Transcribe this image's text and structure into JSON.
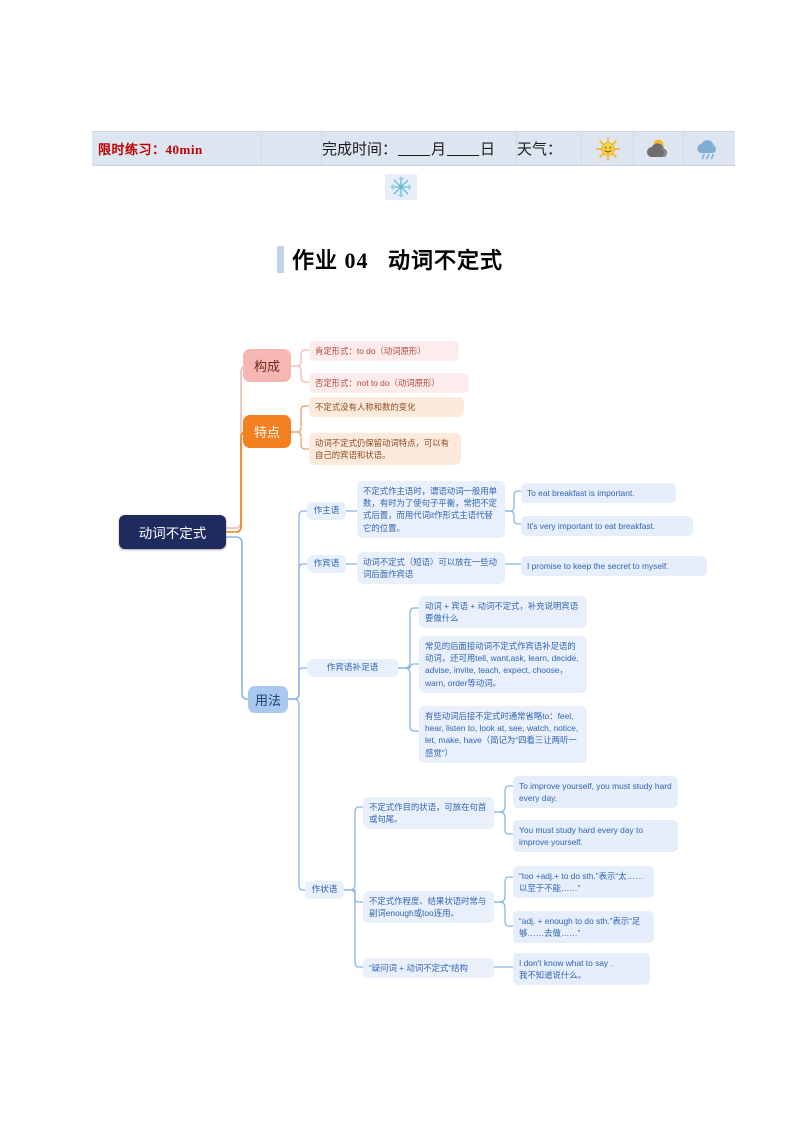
{
  "header": {
    "limit_label": "限时练习：40min",
    "finish_label": "完成时间：",
    "month_label": "月",
    "day_label": "日",
    "weather_label": "天气：",
    "icons": [
      "sun-icon",
      "sun-behind-cloud-icon",
      "rain-cloud-icon",
      "snowflake-icon"
    ],
    "bg_color": "#dde5f0",
    "limit_color": "#c00000"
  },
  "title": {
    "text": "作业 04   动词不定式",
    "accent_color": "#c3d2e8"
  },
  "mindmap": {
    "root": {
      "label": "动词不定式",
      "color": "#1f2a5e"
    },
    "branches": [
      {
        "label": "构成",
        "color": "#f6b6b2",
        "leaves": [
          "肯定形式：to do（动词原形）",
          "否定形式：not to do（动词原形）"
        ]
      },
      {
        "label": "特点",
        "color": "#f4801f",
        "leaves": [
          "不定式没有人称和数的变化",
          "动词不定式仍保留动词特点，可以有自己的宾语和状语。"
        ]
      },
      {
        "label": "用法",
        "color": "#a9c8ef",
        "sub": [
          {
            "label": "作主语",
            "detail": "不定式作主语时，谓语动词一般用单数，有时为了使句子平衡，常把不定式后置，而用代词it作形式主语代替它的位置。",
            "examples": [
              "To eat breakfast is important.",
              "It's very important to eat breakfast."
            ]
          },
          {
            "label": "作宾语",
            "detail": "动词不定式（短语）可以放在一些动词后面作宾语",
            "examples": [
              "I promise to keep the secret to myself."
            ]
          },
          {
            "label": "作宾语补足语",
            "details": [
              "动词 + 宾语 + 动词不定式，补充说明宾语要做什么",
              "常见的后面接动词不定式作宾语补足语的动词，还可用tell, want,ask, learn, decide, advise, invite, teach, expect, choose，warn, order等动词。",
              "有些动词后接不定式时通常省略to：feel, hear, listen to, look at, see, watch, notice, let, make, have（简记为“四看三让两听一感觉”）"
            ]
          },
          {
            "label": "作状语",
            "items": [
              {
                "detail": "不定式作目的状语，可放在句首或句尾。",
                "examples": [
                  "To improve yourself, you must study hard every day.",
                  "You must study hard every day to improve yourself."
                ]
              },
              {
                "detail": "不定式作程度、结果状语时常与副词enough或too连用。",
                "examples": [
                  "“too +adj.+ to do sth.”表示“太……以至于不能……”",
                  "“adj. + enough to do sth.”表示“足够……去做……”"
                ]
              },
              {
                "detail": "“疑问词 + 动词不定式”结构",
                "examples": [
                  "I don't know what to say .\n我不知道说什么。"
                ]
              }
            ]
          }
        ]
      }
    ]
  }
}
